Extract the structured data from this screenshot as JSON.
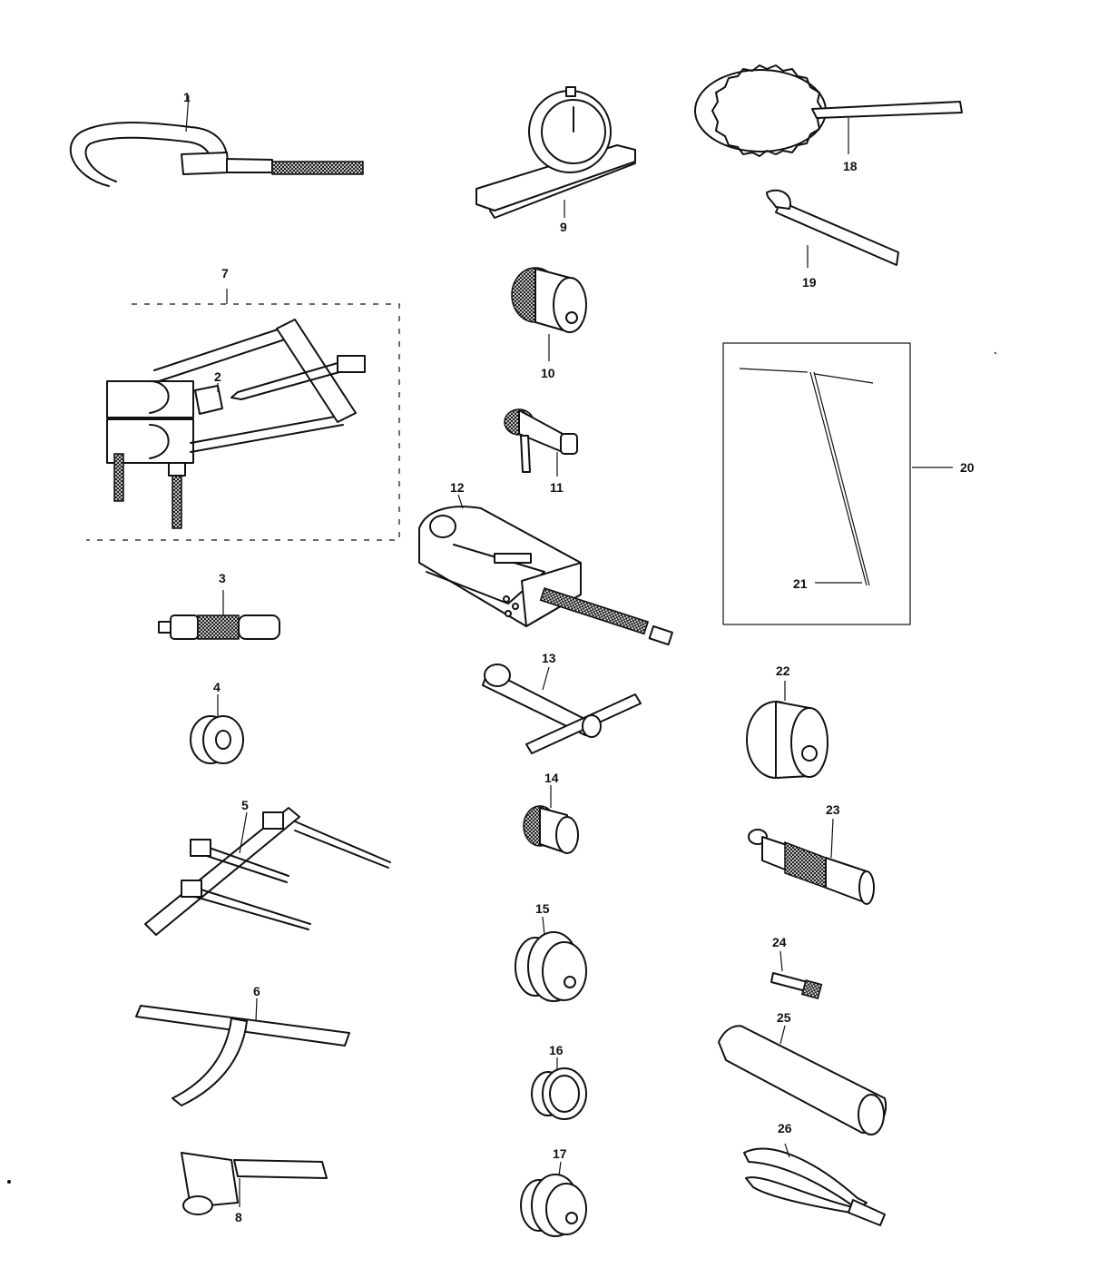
{
  "diagram": {
    "labels": [
      "1",
      "2",
      "3",
      "4",
      "5",
      "6",
      "7",
      "8",
      "9",
      "10",
      "11",
      "12",
      "13",
      "14",
      "15",
      "16",
      "17",
      "18",
      "19",
      "20",
      "21",
      "22",
      "23",
      "24",
      "25",
      "26"
    ]
  }
}
